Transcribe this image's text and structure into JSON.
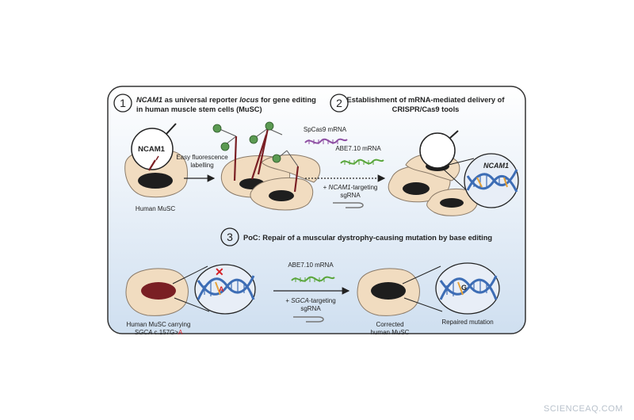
{
  "panel1": {
    "number": "1",
    "title_italic": "NCAM1",
    "title_part1": " as universal reporter ",
    "title_italic2": "locus",
    "title_part2": " for gene editing",
    "title_line2": "in human muscle stem cells (MuSC)",
    "magnifier_label": "NCAM1",
    "arrow_label_line1": "Easy fluorescence",
    "arrow_label_line2": "labelling",
    "cell_label": "Human MuSC"
  },
  "panel2": {
    "number": "2",
    "title_line1": "Establishment of mRNA-mediated delivery of",
    "title_line2": "CRISPR/Cas9 tools",
    "mrna1": "SpCas9 mRNA",
    "mrna2": "ABE7.10 mRNA",
    "sgrna_prefix": "+ ",
    "sgrna_italic": "NCAM1",
    "sgrna_suffix": "-targeting",
    "sgrna_line2": "sgRNA",
    "zoom_label": "NCAM1"
  },
  "panel3": {
    "number": "3",
    "title": "PoC: Repair of a muscular dystrophy-causing mutation by base editing",
    "mrna": "ABE7.10 mRNA",
    "sgrna_prefix": "+ ",
    "sgrna_italic": "SGCA",
    "sgrna_suffix": "-targeting",
    "sgrna_line2": "sgRNA",
    "left_label_line1": "Human MuSC carrying",
    "left_label_italic": "SGCA",
    "left_label_mid": " c.157G>",
    "left_label_red": "A",
    "mutant_base": "A",
    "corrected_base": "G",
    "corrected_label_line1": "Corrected",
    "corrected_label_line2": "human MuSC",
    "repaired_label": "Repaired mutation"
  },
  "watermark": "SCIENCEAQ.COM",
  "colors": {
    "panel_bg_top": "#ffffff",
    "panel_bg_bottom": "#cfdff0",
    "cell_fill": "#f1dcc0",
    "nucleus": "#1e1e1e",
    "mutant_nucleus": "#7a1f24",
    "dna_blue": "#3d6db5",
    "spcas9": "#8e4fa3",
    "abe": "#5aa63c",
    "mutation_red": "#d42027",
    "fluor_green": "#5b9a52"
  }
}
